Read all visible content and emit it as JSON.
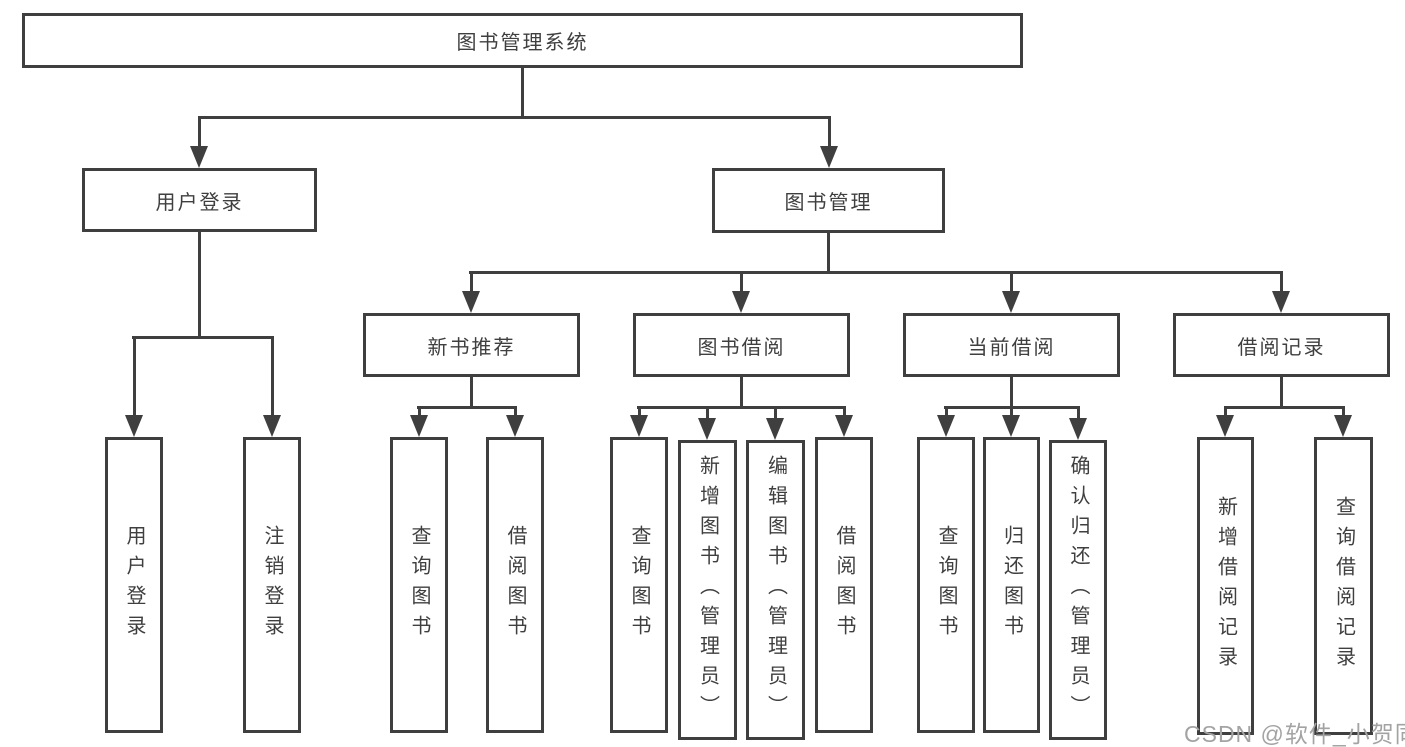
{
  "diagram": {
    "root": "图书管理系统",
    "level1": [
      "用户登录",
      "图书管理"
    ],
    "level2": [
      "新书推荐",
      "图书借阅",
      "当前借阅",
      "借阅记录"
    ],
    "groups": {
      "user": [
        "用户登录",
        "注销登录"
      ],
      "recommend": [
        "查询图书",
        "借阅图书"
      ],
      "borrow": [
        "查询图书",
        "新增图书（管理员）",
        "编辑图书（管理员）",
        "借阅图书"
      ],
      "current": [
        "查询图书",
        "归还图书",
        "确认归还（管理员）"
      ],
      "records": [
        "新增借阅记录",
        "查询借阅记录"
      ]
    }
  },
  "watermark": "CSDN @软件_小贺同学",
  "colors": {
    "line": "#3f3f3f",
    "text": "#3f3f3f",
    "watermark": "#a3a3a3",
    "background": "#ffffff"
  }
}
